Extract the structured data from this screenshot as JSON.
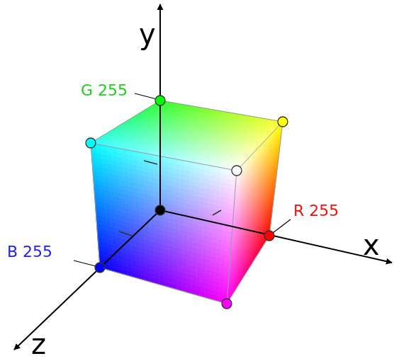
{
  "diagram": {
    "labels": [
      "y",
      "G 255",
      "R 255",
      "x",
      "B 255",
      "z"
    ]
  }
}
